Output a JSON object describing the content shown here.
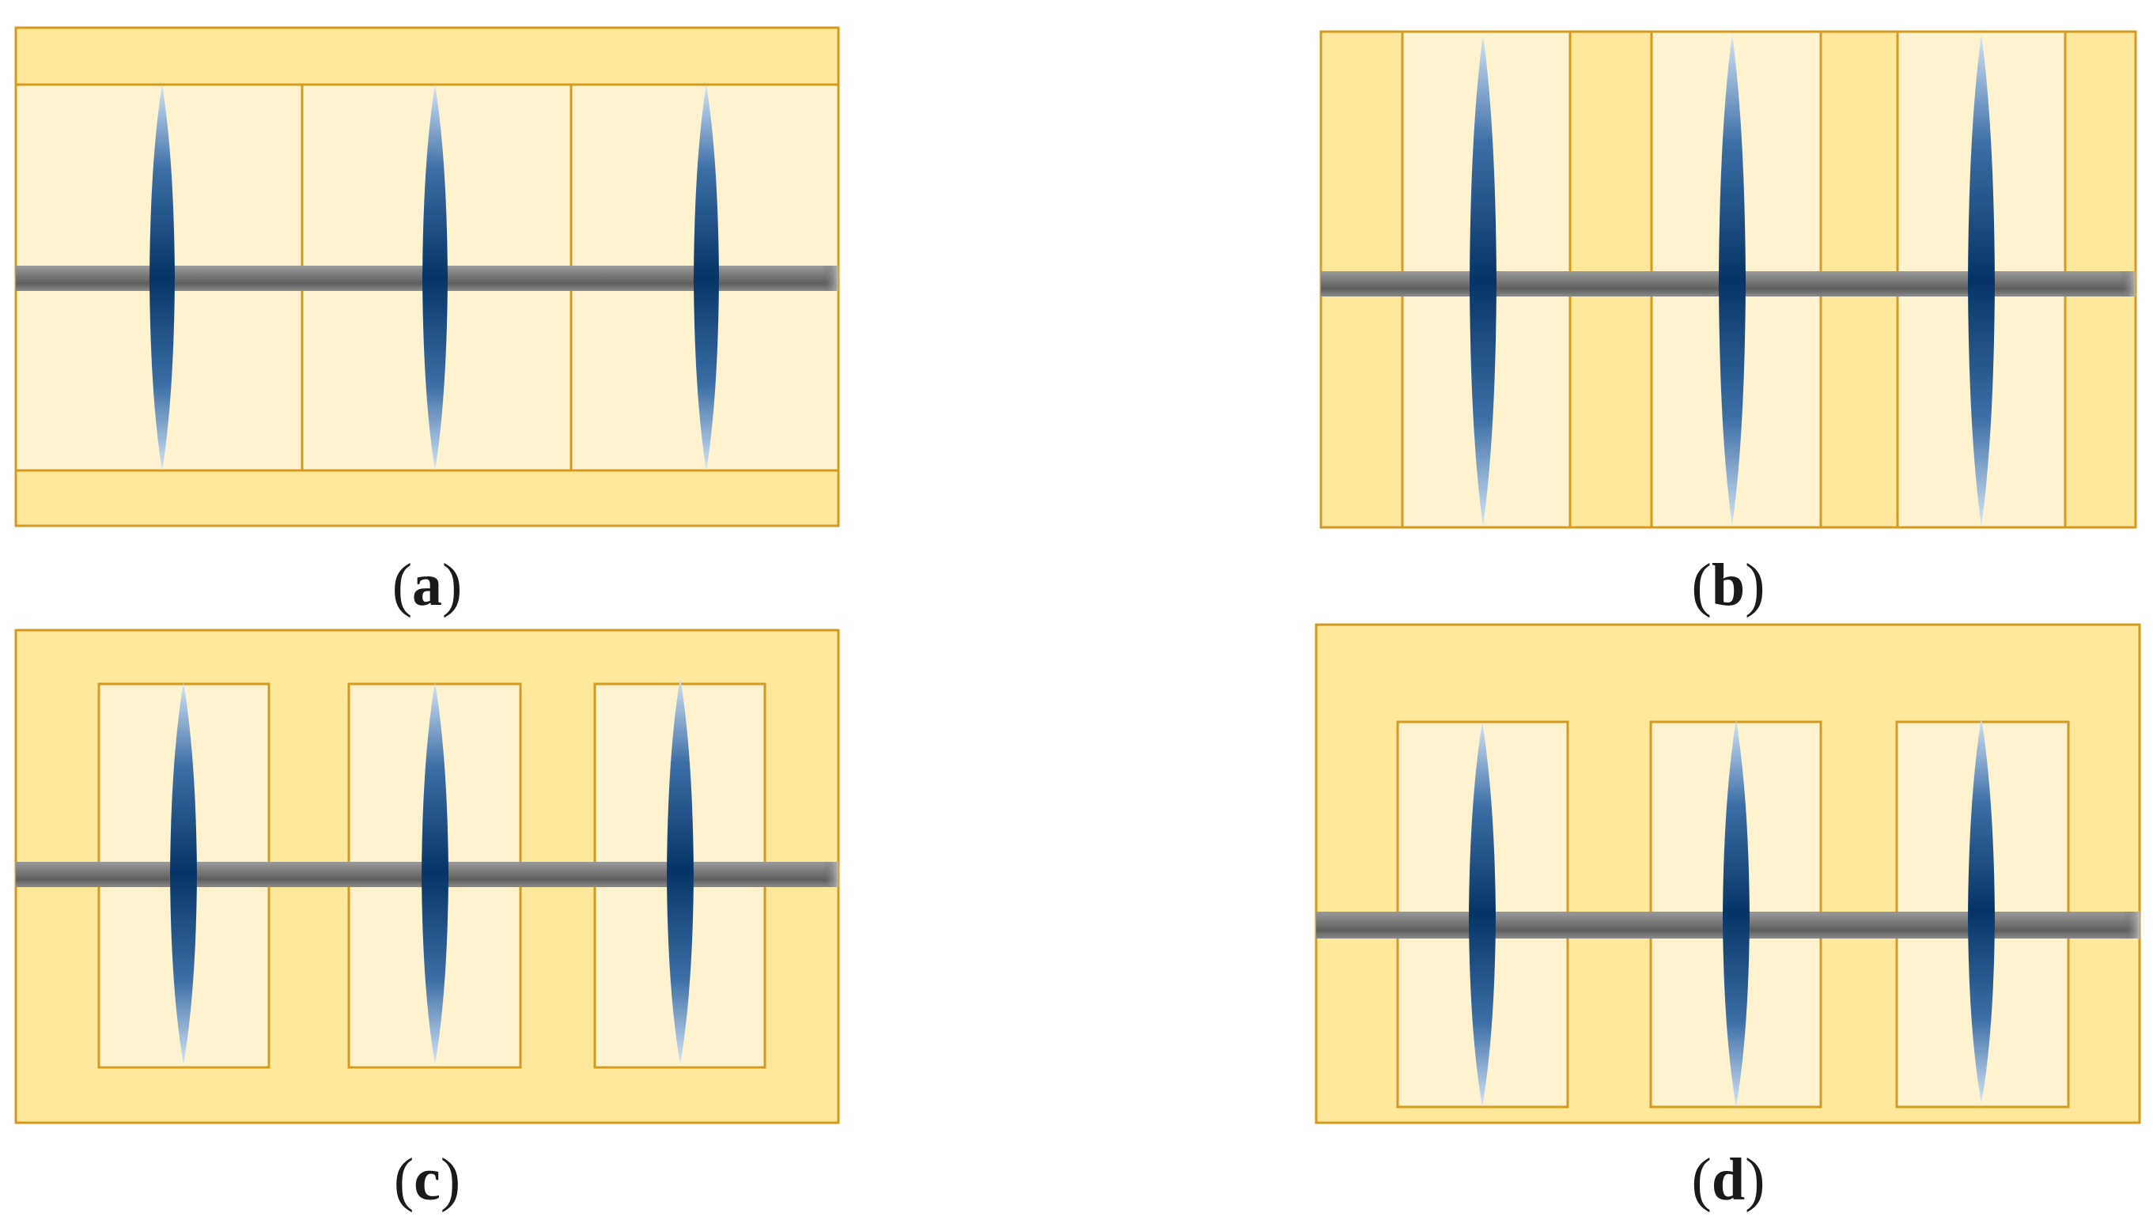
{
  "colors": {
    "outer_fill": "#FFE89C",
    "inner_fill": "#FFF2CE",
    "border": "#D49A1E",
    "blade_dark": "#063466",
    "blade_light": "#D3E4F7",
    "shaft_dark": "#6E6E6E",
    "shaft_light": "#A5A5A5"
  },
  "icons": {
    "blade": "spindle-blade-icon",
    "shaft": "rod-shaft-icon"
  },
  "panels": [
    {
      "id": "a",
      "layout": "horizontal-bands",
      "caption": {
        "open": "(",
        "letter": "a",
        "close": ")"
      }
    },
    {
      "id": "b",
      "layout": "vertical-strips",
      "caption": {
        "open": "(",
        "letter": "b",
        "close": ")"
      }
    },
    {
      "id": "c",
      "layout": "inset-boxes",
      "caption": {
        "open": "(",
        "letter": "c",
        "close": ")"
      }
    },
    {
      "id": "d",
      "layout": "inset-boxes-lowered-shaft",
      "caption": {
        "open": "(",
        "letter": "d",
        "close": ")"
      }
    }
  ]
}
